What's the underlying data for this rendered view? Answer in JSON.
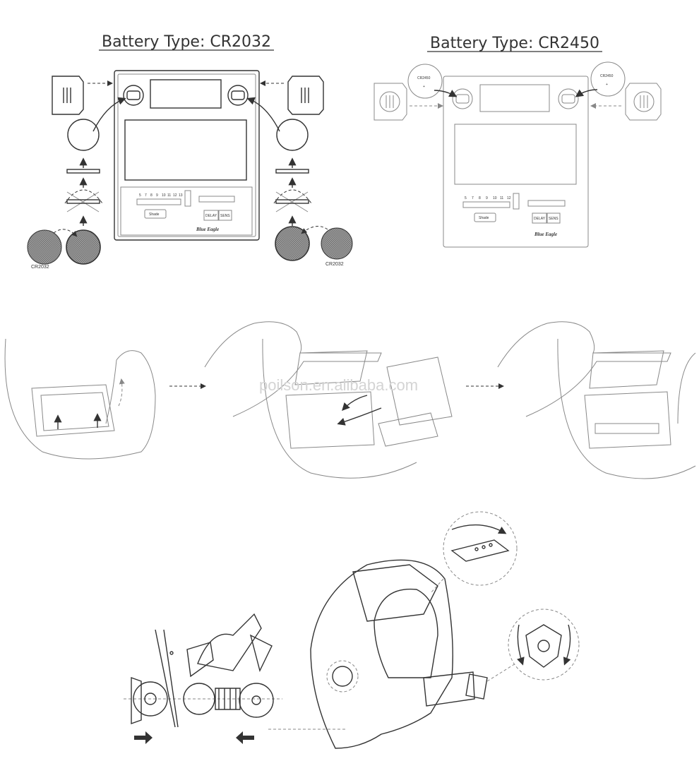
{
  "left_panel": {
    "title": "Battery Type: CR2032",
    "battery_label_left": "CR2032",
    "battery_label_right": "CR2032",
    "shade_numbers": [
      "5",
      "7",
      "8",
      "9",
      "10",
      "11",
      "12",
      "13"
    ],
    "shade_button": "Shade",
    "delay_button": "DELAY",
    "sens_button": "SENS",
    "brand": "Blue Eagle"
  },
  "right_panel": {
    "title": "Battery Type: CR2450",
    "coin_label_left": "CR2450",
    "coin_label_right": "CR2450",
    "shade_numbers": [
      "5",
      "7",
      "8",
      "9",
      "10",
      "11",
      "12"
    ],
    "shade_button": "Shade",
    "delay_button": "DELAY",
    "sens_button": "SENS",
    "brand": "Blue Eagle"
  },
  "watermark": "poilson.en.alibaba.com",
  "colors": {
    "line": "#333333",
    "faded_line": "#888888",
    "watermark": "#d4d4d4"
  }
}
